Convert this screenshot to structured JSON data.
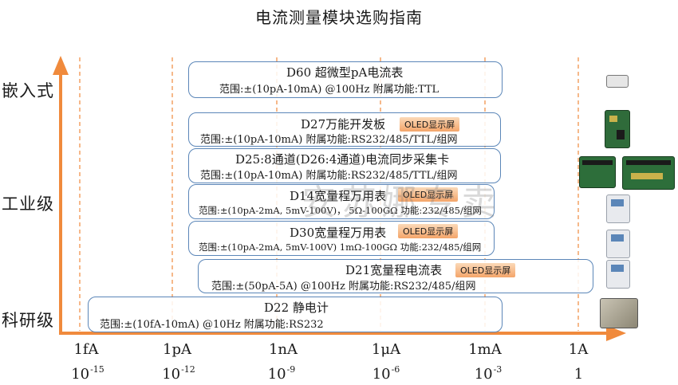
{
  "title": "电流测量模块选购指南",
  "y_labels": [
    "嵌入式",
    "工业级",
    "科研级"
  ],
  "x_ticks": [
    {
      "unit": "1fA",
      "mant": "10",
      "exp": "-15"
    },
    {
      "unit": "1pA",
      "mant": "10",
      "exp": "-12"
    },
    {
      "unit": "1nA",
      "mant": "10",
      "exp": "-9"
    },
    {
      "unit": "1μA",
      "mant": "10",
      "exp": "-6"
    },
    {
      "unit": "1mA",
      "mant": "10",
      "exp": "-3"
    },
    {
      "unit": "1A",
      "mant": "1",
      "exp": ""
    }
  ],
  "products": [
    {
      "name": "D60 超微型pA电流表",
      "spec": "范围:±(10pA-10mA) @100Hz   附属功能:TTL",
      "badge": ""
    },
    {
      "name": "D27万能开发板",
      "spec": "范围:±(10pA-10mA)   附属功能:RS232/485/TTL/组网",
      "badge": "OLED显示屏"
    },
    {
      "name": "D25:8通道(D26:4通道)电流同步采集卡",
      "spec": "范围:±(10pA-10mA)   附属功能:RS232/485/TTL/组网",
      "badge": ""
    },
    {
      "name": "D14宽量程万用表",
      "spec": "范围:±(10pA-2mA, 5mV-100V)， 5Ω-100GΩ  功能:232/485/组网",
      "badge": "OLED显示屏"
    },
    {
      "name": "D30宽量程万用表",
      "spec": "范围:±(10pA-2mA, 5mV-100V)  1mΩ-100GΩ  功能:232/485/组网",
      "badge": "OLED显示屏"
    },
    {
      "name": "D21宽量程电流表",
      "spec": "范围:±(50pA-5A) @100Hz     附属功能:RS232/485/组网",
      "badge": "OLED显示屏"
    },
    {
      "name": "D22 静电计",
      "spec": "范围:±(10fA-10mA) @10Hz     附属功能:RS232",
      "badge": ""
    }
  ],
  "watermark": "安苏娜专卖",
  "colors": {
    "axis": "#f08a3c",
    "grid": "#f08a3c",
    "box_border": "#5b86b8"
  }
}
